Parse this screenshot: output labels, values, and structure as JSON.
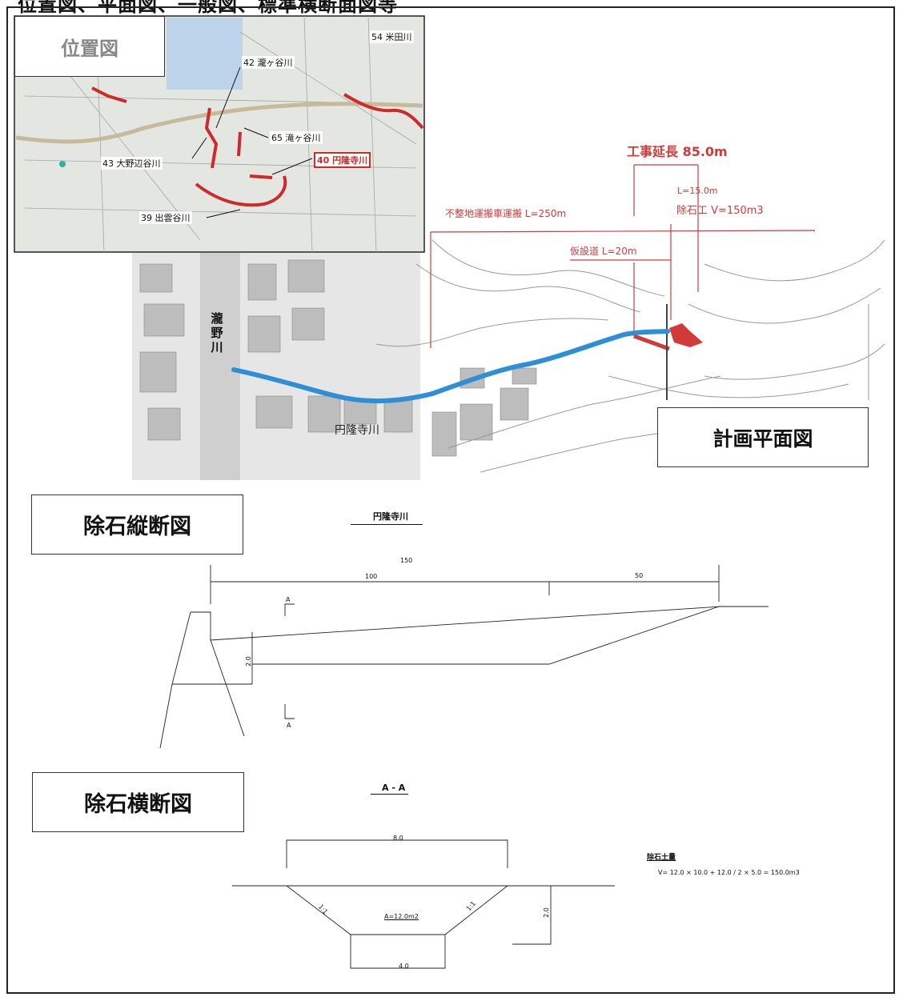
{
  "page": {
    "heading": "位置図、平面図、一般図、標準横断面図等"
  },
  "labels": {
    "location_map": "位置図",
    "plan_view": "計画平面図",
    "longitudinal_section": "除石縦断図",
    "cross_section": "除石横断図"
  },
  "location_map": {
    "rivers": [
      {
        "id": "54",
        "text": "54 米田川"
      },
      {
        "id": "42",
        "text": "42 瀧ヶ谷川"
      },
      {
        "id": "65",
        "text": "65 滝ヶ谷川"
      },
      {
        "id": "40",
        "text": "40 円隆寺川",
        "highlight": true
      },
      {
        "id": "43",
        "text": "43 大野辺谷川"
      },
      {
        "id": "39",
        "text": "39 出雲谷川"
      }
    ]
  },
  "plan": {
    "work_length": "工事延長 85.0m",
    "rubble_length": "L=15.0m",
    "rubble_work": "除石工 V=150m3",
    "rough_transport": "不整地運搬車運搬 L=250m",
    "temp_road": "仮設道 L=20m",
    "main_river_label": "瀧野川",
    "main_river_chars": [
      "瀧",
      "野",
      "川"
    ],
    "river_label": "円隆寺川"
  },
  "longitudinal": {
    "title": "円隆寺川",
    "dim_total": "150",
    "dim_a": "100",
    "dim_b": "50",
    "dim_height": "2.0",
    "section_mark": "A"
  },
  "cross": {
    "title": "A - A",
    "top_width": "8.0",
    "bottom_width": "4.0",
    "depth": "2.0",
    "slope_left": "1:1",
    "slope_right": "1:1",
    "area": "A=12.0m2",
    "volume_title": "除石土量",
    "volume_formula": "V= 12.0 × 10.0 + 12.0 / 2 × 5.0 = 150.0m3"
  },
  "colors": {
    "river_blue": "#2e8fd6",
    "red": "#d23a3a",
    "map_bg": "#e4e6e2"
  }
}
